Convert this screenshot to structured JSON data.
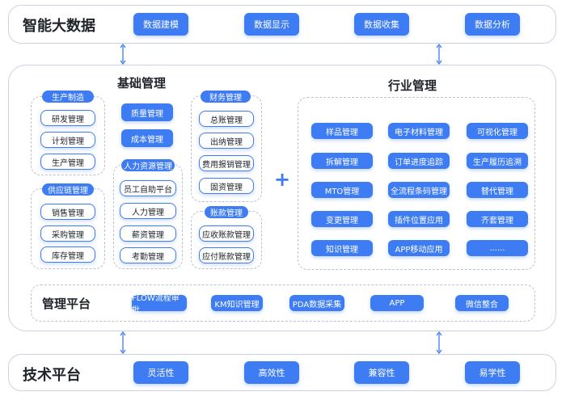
{
  "top": {
    "title": "智能大数据",
    "items": [
      "数据建模",
      "数据显示",
      "数据收集",
      "数据分析"
    ]
  },
  "basic": {
    "title": "基础管理",
    "production": {
      "label": "生产制造",
      "items": [
        "研发管理",
        "计划管理",
        "生产管理"
      ]
    },
    "supply": {
      "label": "供应链管理",
      "items": [
        "销售管理",
        "采购管理",
        "库存管理"
      ]
    },
    "quality": "质量管理",
    "cost": "成本管理",
    "hr": {
      "label": "人力资源管理",
      "items": [
        "员工自助平台",
        "人力管理",
        "薪资管理",
        "考勤管理"
      ]
    },
    "finance": {
      "label": "财务管理",
      "items": [
        "总账管理",
        "出纳管理",
        "费用报销管理",
        "固资管理"
      ]
    },
    "account": {
      "label": "账款管理",
      "items": [
        "应收账款管理",
        "应付账款管理"
      ]
    }
  },
  "plus": "+",
  "industry": {
    "title": "行业管理",
    "items": [
      "样品管理",
      "电子材料管理",
      "可视化管理",
      "拆解管理",
      "订单进度追踪",
      "生产履历追溯",
      "MTO管理",
      "全流程条码管理",
      "替代管理",
      "变更管理",
      "插件位置应用",
      "齐套管理",
      "知识管理",
      "APP移动应用",
      "......"
    ]
  },
  "platform": {
    "title": "管理平台",
    "items": [
      "FLOW流程审批",
      "KM知识管理",
      "PDA数据采集",
      "APP",
      "微信整合"
    ]
  },
  "tech": {
    "title": "技术平台",
    "items": [
      "灵活性",
      "高效性",
      "兼容性",
      "易学性"
    ]
  },
  "colors": {
    "accent": "#3d7cf2",
    "border": "#c9d3e3",
    "dash": "#b8c2d2"
  }
}
